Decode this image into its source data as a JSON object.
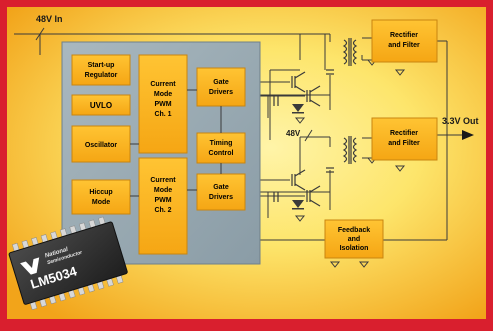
{
  "labels": {
    "input": "48V In",
    "input2": "48V",
    "output": "3.3V Out"
  },
  "blocks": {
    "startup": [
      "Start-up",
      "Regulator"
    ],
    "uvlo": [
      "UVLO"
    ],
    "oscillator": [
      "Oscillator"
    ],
    "hiccup": [
      "Hiccup",
      "Mode"
    ],
    "pwm1": [
      "Current",
      "Mode",
      "PWM",
      "Ch. 1"
    ],
    "pwm2": [
      "Current",
      "Mode",
      "PWM",
      "Ch. 2"
    ],
    "gate1": [
      "Gate",
      "Drivers"
    ],
    "timing": [
      "Timing",
      "Control"
    ],
    "gate2": [
      "Gate",
      "Drivers"
    ],
    "rect1": [
      "Rectifier",
      "and Filter"
    ],
    "rect2": [
      "Rectifier",
      "and Filter"
    ],
    "feedback": [
      "Feedback",
      "and",
      "Isolation"
    ]
  },
  "chip": {
    "brand_line1": "National",
    "brand_line2": "Semiconductor",
    "part": "LM5034"
  },
  "colors": {
    "border": "#d91f2e",
    "background_center": "#fde56b",
    "background_edge": "#f3a81e",
    "panel": "#95a7b0",
    "block": "#fcb31c",
    "wire": "#3a3a3a",
    "chip_body": "#2b2b2b"
  }
}
